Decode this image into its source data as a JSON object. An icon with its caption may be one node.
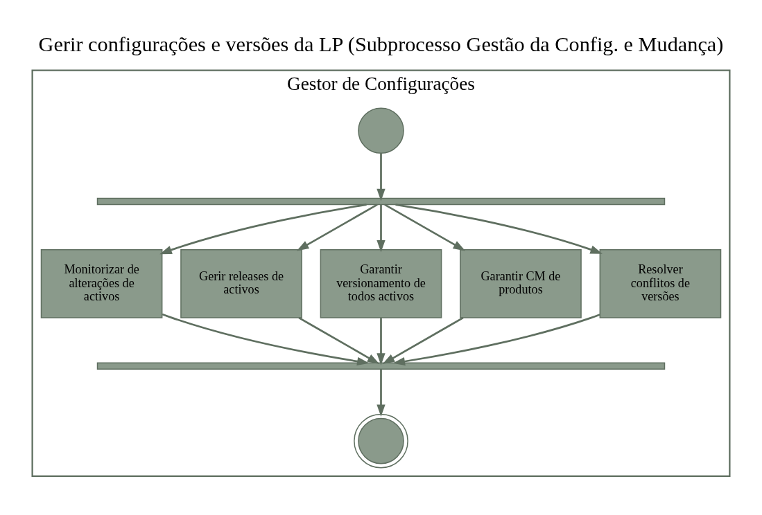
{
  "diagram": {
    "title": "Gerir configurações e versões da LP (Subprocesso Gestão da Config. e Mudança)",
    "nodes": [
      {
        "text": [
          "Gestor de Configurações"
        ]
      },
      {
        "text": [],
        "shape": "circle",
        "in": 0
      },
      {
        "text": [],
        "shape": "bar",
        "in": 0
      },
      {
        "text": [
          "Monitorizar de alterações de activos"
        ],
        "in": 0
      },
      {
        "text": [
          "Gerir releases de activos"
        ],
        "in": 0
      },
      {
        "text": [
          "Garantir versionamento de todos activos"
        ],
        "in": 0
      },
      {
        "text": [
          "Garantir CM de produtos"
        ],
        "in": 0
      },
      {
        "text": [
          "Resolver conflitos de versões"
        ],
        "in": 0
      },
      {
        "text": [],
        "shape": "bar",
        "in": 0
      },
      {
        "text": [],
        "shape": "circle",
        "in": 0
      }
    ],
    "edges": [
      {
        "from": 1,
        "to": 2,
        "arrow": "to"
      },
      {
        "from": 2,
        "to": 3,
        "arrow": "to"
      },
      {
        "from": 2,
        "to": 4,
        "arrow": "to"
      },
      {
        "from": 2,
        "to": 5,
        "arrow": "to"
      },
      {
        "from": 2,
        "to": 6,
        "arrow": "to"
      },
      {
        "from": 2,
        "to": 7,
        "arrow": "to"
      },
      {
        "from": 3,
        "to": 8,
        "arrow": "to"
      },
      {
        "from": 4,
        "to": 8,
        "arrow": "to"
      },
      {
        "from": 5,
        "to": 8,
        "arrow": "to"
      },
      {
        "from": 6,
        "to": 8,
        "arrow": "to"
      },
      {
        "from": 7,
        "to": 8,
        "arrow": "to"
      },
      {
        "from": 8,
        "to": 9,
        "arrow": "to"
      }
    ]
  }
}
